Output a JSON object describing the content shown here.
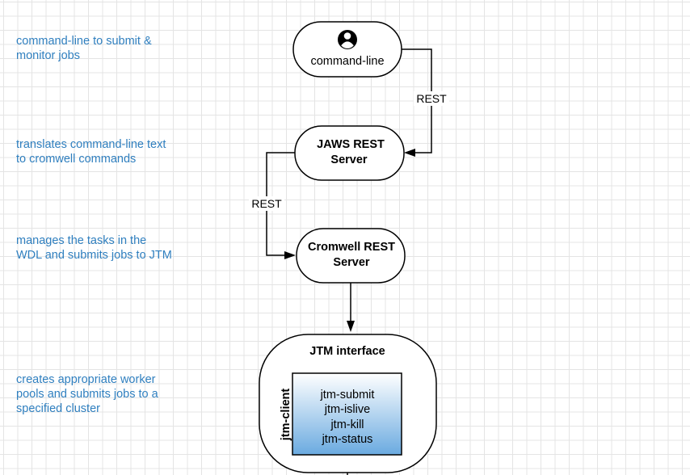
{
  "annotations": [
    "command-line to submit &\nmonitor jobs",
    "translates command-line text\nto  cromwell commands",
    "manages the tasks in the\nWDL and submits jobs to JTM",
    "creates appropriate worker\npools and submits jobs to a\nspecified cluster"
  ],
  "nodes": {
    "command_line": {
      "label": "command-line",
      "icon": "user-icon"
    },
    "jaws_server": {
      "line1": "JAWS REST",
      "line2": "Server"
    },
    "cromwell_server": {
      "line1": "Cromwell  REST",
      "line2": "Server"
    },
    "jtm_interface": {
      "title": "JTM interface",
      "client_label": "jtm-client",
      "commands": [
        "jtm-submit",
        "jtm-islive",
        "jtm-kill",
        "jtm-status"
      ]
    }
  },
  "edges": {
    "cmd_to_jaws": "REST",
    "jaws_to_cromwell": "REST"
  },
  "colors": {
    "annotation_text": "#2f7fbf",
    "client_gradient_top": "#ffffff",
    "client_gradient_bottom": "#6aaae0"
  }
}
